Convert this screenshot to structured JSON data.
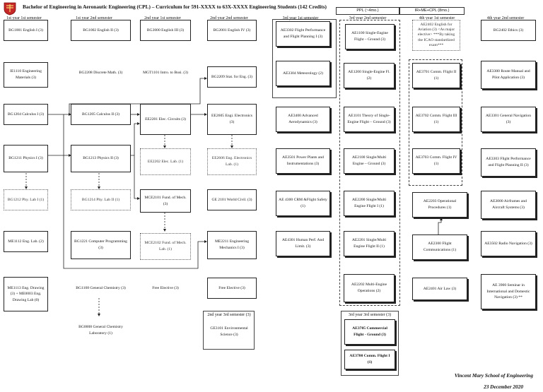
{
  "title": "Bachelor of Engineering in Aeronautic Engineering (CPL) – Curriculum for 591-XXXX to 63X-XXXX Engineering Students (142 Credits)",
  "semesters": {
    "y1s1": "1st year 1st semester",
    "y1s2": "1st year 2nd semester",
    "y2s1": "2nd year 1st semester",
    "y2s2": "2nd year 2nd semester",
    "y3s1": "3rd year 1st semester",
    "y3s2": "3rd year 2nd semester",
    "y4s1": "4th year 1st semester",
    "y4s2": "4th year 2nd semester",
    "y2s3": "2nd year 3rd semester (3)",
    "y3s3": "3rd year 3rd semester (3)"
  },
  "tracks": {
    "ppl": "PPL (~4mo.)",
    "ir": "IR+ME+CPL (8mo.)"
  },
  "courses": {
    "bg1001": "BG1001 English I (3)",
    "ie1110": "IE1110 Engineering Materials (3)",
    "bg1204": "BG1204 Calculus I (3)",
    "bg1211": "BG1211 Physics I (3)",
    "bg1212": "BG1212 Phy. Lab I (1)",
    "me1112": "ME1112 Eng. Lab. (2)",
    "me1113": "ME1113 Eng. Drawing (3) + ME0003 Eng. Drawing Lab (0)",
    "bg1002": "BG1002 English II (3)",
    "bg2208": "BG2208 Discrete Math. (3)",
    "bg1205": "BG1205 Calculus II (3)",
    "bg1213": "BG1213 Physics II (3)",
    "bg1214": "BG1214 Phy. Lab II (1)",
    "bg1221": "BG1221 Computer Programming (3)",
    "bg1108": "BG1108 General Chemistry (3)",
    "bg0008": "BG0008 General Chemistry Laboratory (1)",
    "bg2000": "BG2000 English III (3)",
    "mgt1101": "MGT1101 Intro. to Busi. (3)",
    "ee2201": "EE2201 Elec. Circuits (3)",
    "ee2202": "EE2202 Elec. Lab. (1)",
    "mce2101": "MCE2101 Fund. of Mech. (3)",
    "mce2102": "MCE2102 Fund. of Mech. Lab. (1)",
    "free1": "Free Elective (3)",
    "bg2001": "BG2001 English IV (3)",
    "bg2209": "BG2209 Stat. for Eng. (3)",
    "ee2605": "EE2605 Engi. Electronics (3)",
    "ee2606": "EE2606 Eng. Electronics Lab. (1)",
    "ge2101": "GE 2101 World Civil. (3)",
    "me2211": "ME2211 Engineering Mechanics I (3)",
    "free2": "Free Elective (3)",
    "ge3101": "GE3101 Environmental Science (3)",
    "ae3302": "AE3302 Flight Performance and Flight Planning I (3)",
    "ae3304": "AE3304 Meteorology (2)",
    "ae3400": "AE3400 Advanced Aerodynamics (3)",
    "ae3501": "AE3501 Power Plants and Instrumentations (3)",
    "ae4300": "AE 4300 CRM &Flight Safety (1)",
    "ae4301": "AE4301 Human Perf. And Limit. (3)",
    "ae1100": "AE1100 Single-Engine Flight – Ground (3)",
    "ae1200": "AE1200 Single-Engine Fl. (2)",
    "ae1101": "AE1101 Theory of Single-Engine Flight – Ground (3)",
    "ae2100": "AE2100 Single/Multi Engine – Ground (3)",
    "ae2200": "AE2200 Single/Multi Engine Flight I (1)",
    "ae2201": "AE2201 Single/Multi Engine Flight II (1)",
    "ae2202": "AE2202 Multi-Engine Operations (2)",
    "ae3705": "AE3705 Commercial Flight - Ground (3)",
    "ae3700": "AE3700 Comm. Flight I (1)",
    "ae2402": "AE2402 English for Aviation (3) <As major elective> ***By taking the ICAO standardized exam***",
    "ae3701": "AE3701 Comm. Flight II (1)",
    "ae3702": "AE3702 Comm. Flight III (1)",
    "ae3703": "AE3703 Comm. Flight IV (1)",
    "ae2203": "AE2203 Operational Procedures (1)",
    "ae2300": "AE2300 Flight Communications (1)",
    "ae2401": "AE2401 Air Law (3)",
    "bg2402": "BG2402 Ethics (3)",
    "ae3300": "AE3300 Route Manual and Pilot Application (3)",
    "ae3301": "AE3301 General Navigation (3)",
    "ae3303": "AE3303 Flight Performance and Flight Planning II (3)",
    "ae3000": "AE3000 Airframes and Aircraft Systems (3)",
    "ae3502": "AE3502 Radio Navigation (3)",
    "ae3900": "AE 3900 Seminar in International and Domestic Navigation (3) **"
  },
  "footer": {
    "school": "Vincent Mary School of Engineering",
    "date": "23 December 2020"
  }
}
